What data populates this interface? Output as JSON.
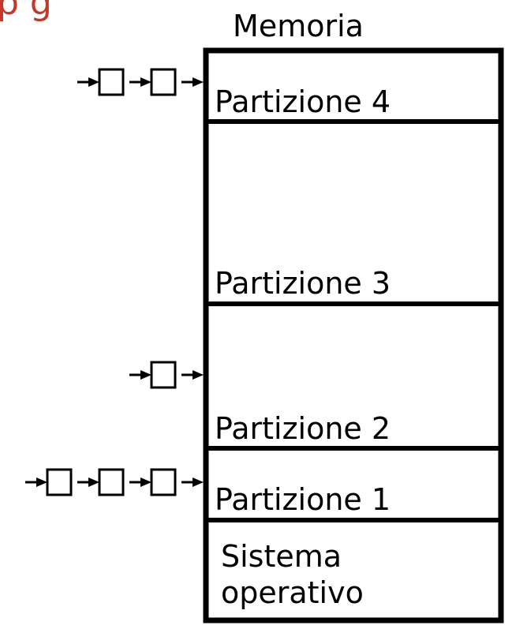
{
  "header_fragment": "p  g",
  "memory_title": "Memoria",
  "partitions": [
    {
      "label": "Partizione 4",
      "queue_length": 2
    },
    {
      "label": "Partizione 3",
      "queue_length": 0
    },
    {
      "label": "Partizione 2",
      "queue_length": 1
    },
    {
      "label": "Partizione 1",
      "queue_length": 3
    }
  ],
  "os_block": {
    "line1": "Sistema",
    "line2": "operativo"
  },
  "colors": {
    "header_text": "#c0392b",
    "stroke": "#000000",
    "background": "#ffffff"
  }
}
